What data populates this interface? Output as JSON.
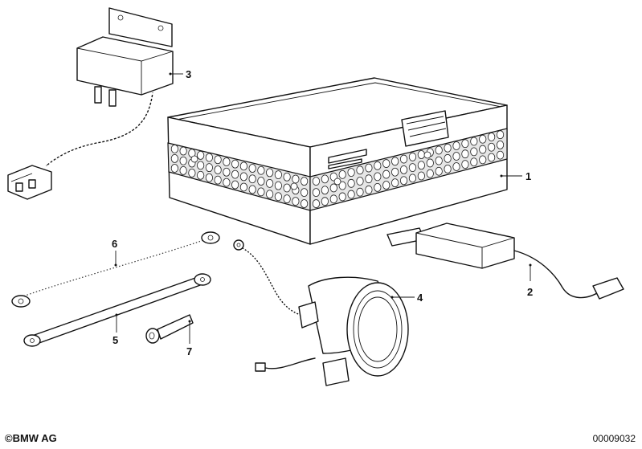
{
  "diagram": {
    "callouts": {
      "c1": "1",
      "c2": "2",
      "c3": "3",
      "c4": "4",
      "c5": "5",
      "c6": "6",
      "c7": "7"
    }
  },
  "footer": {
    "copyright_symbol": "©",
    "brand": "BMW AG",
    "part_number": "00009032"
  }
}
